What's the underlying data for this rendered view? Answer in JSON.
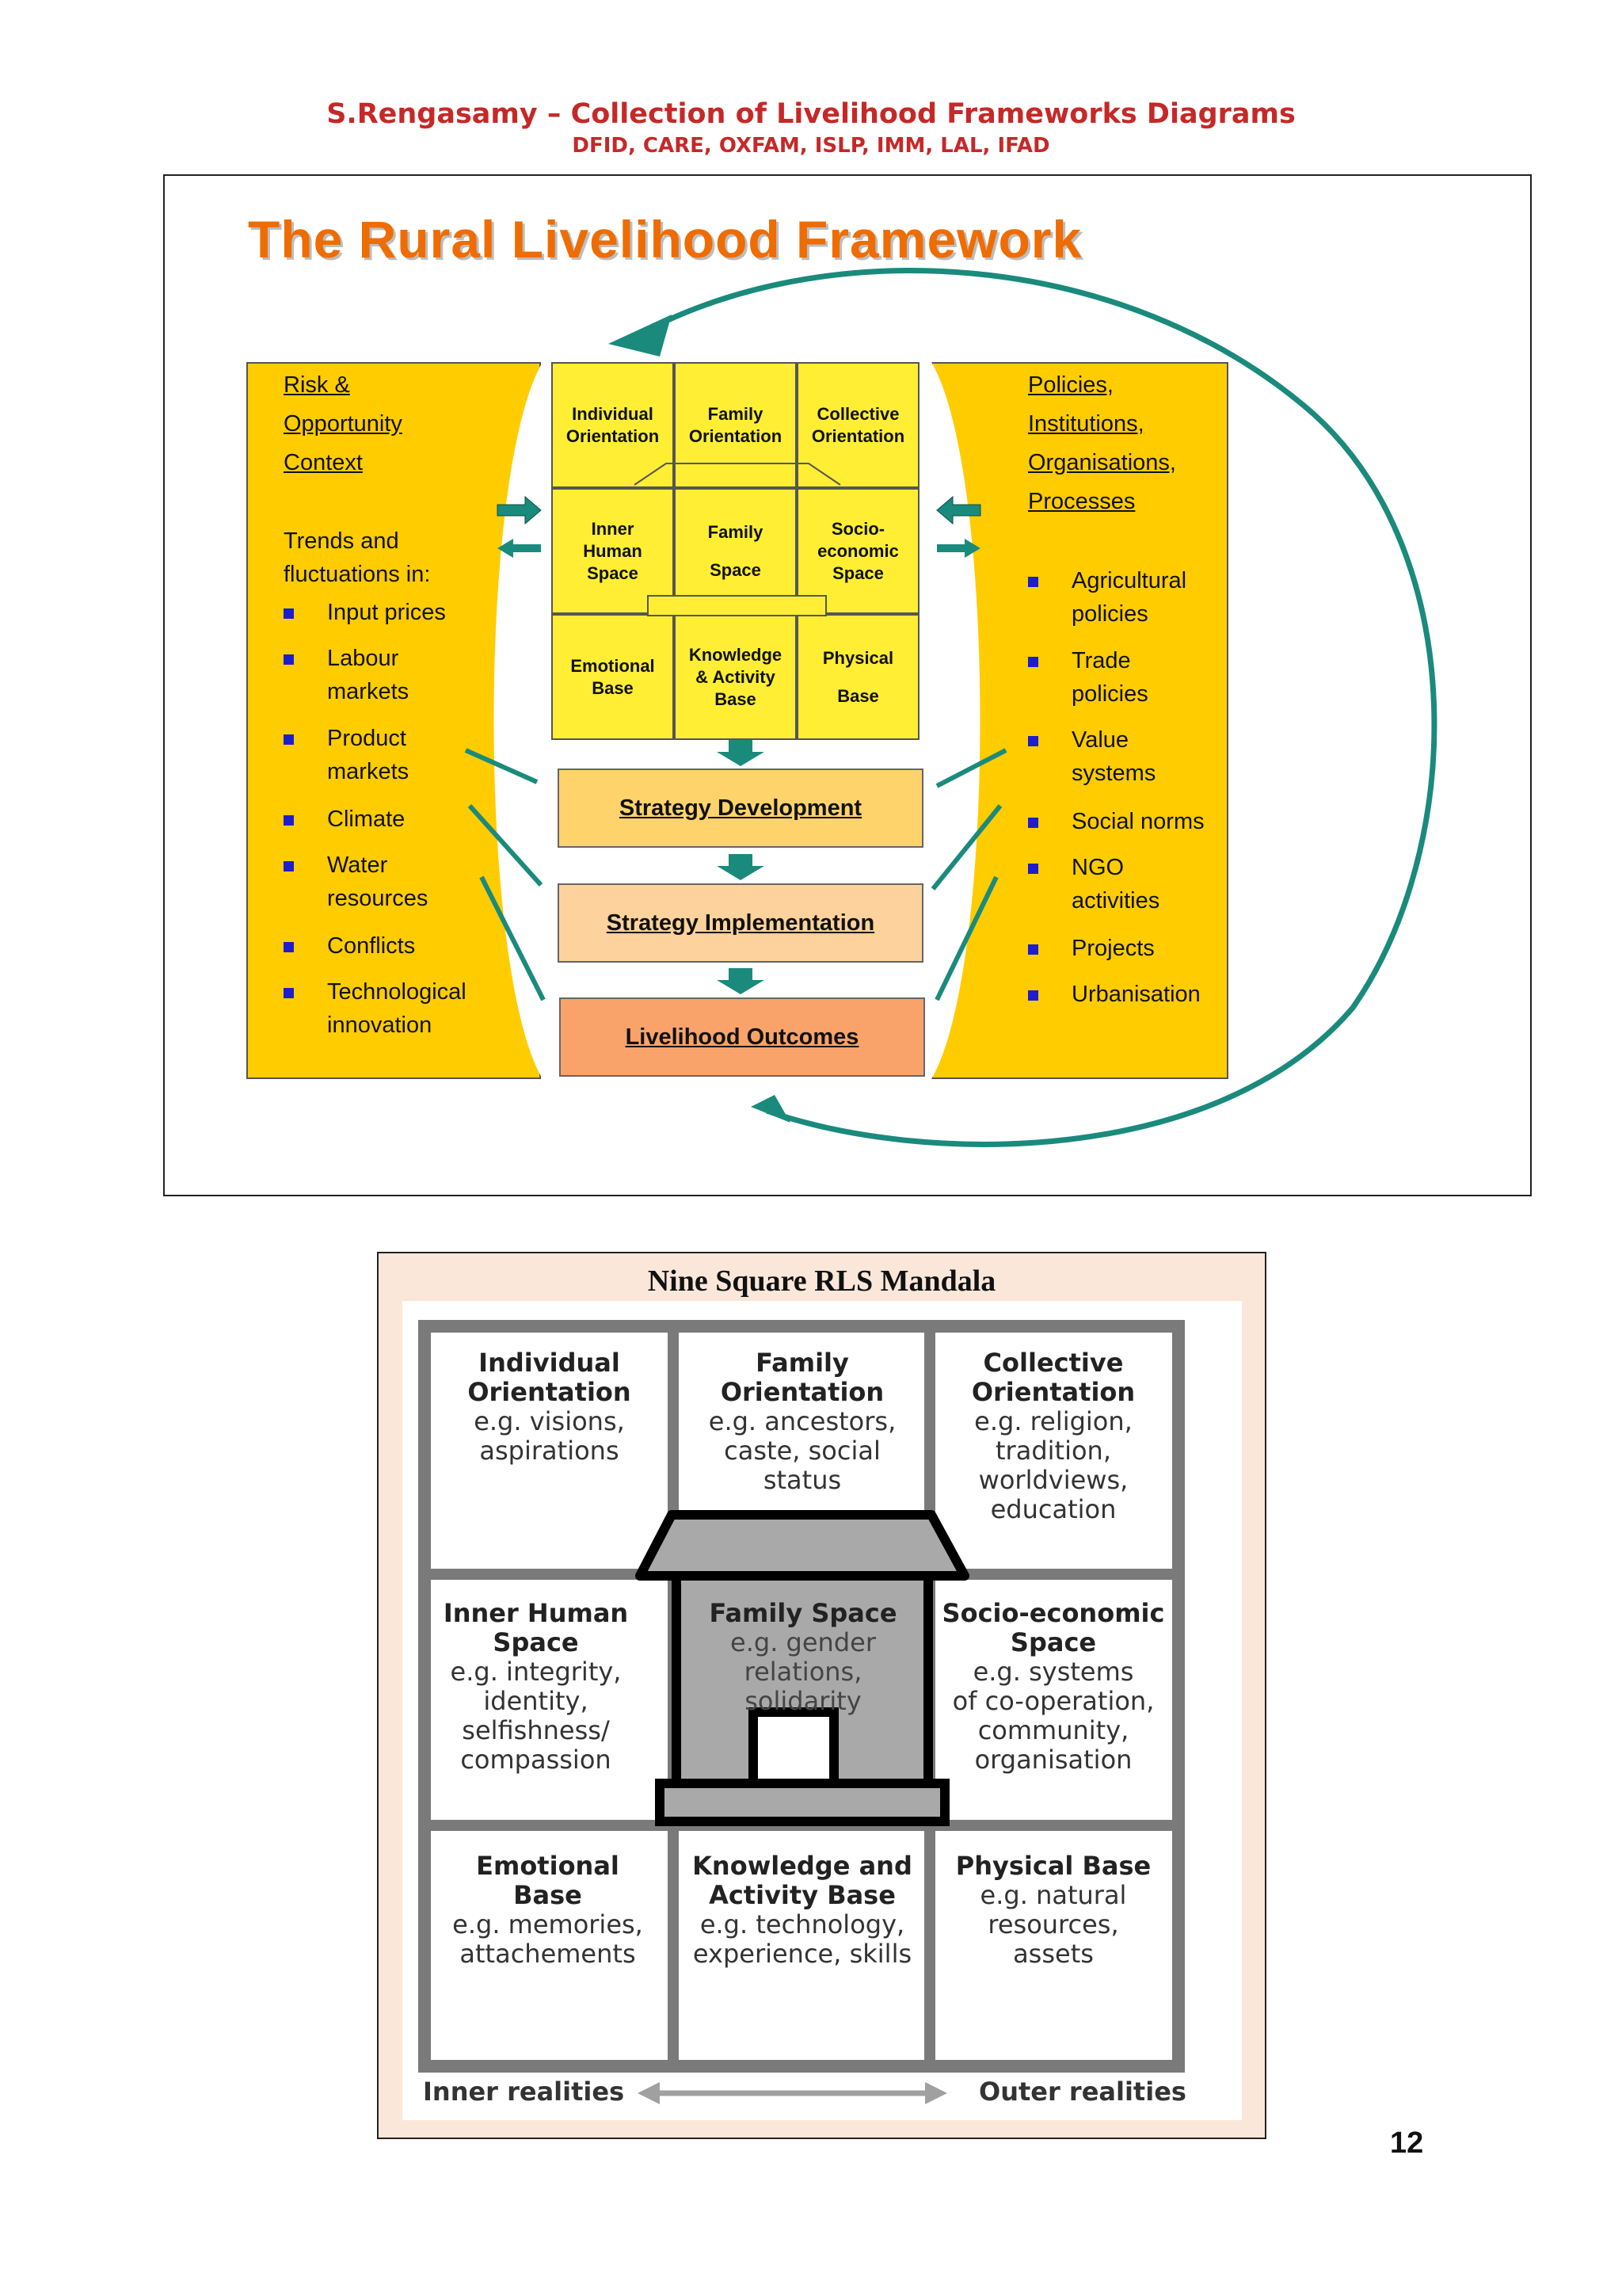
{
  "header": {
    "title": "S.Rengasamy – Collection of Livelihood Frameworks Diagrams",
    "subtitle": "DFID, CARE, OXFAM, ISLP, IMM, LAL, IFAD"
  },
  "framework": {
    "title": "The Rural Livelihood Framework",
    "left_heading": [
      "Risk &",
      "Opportunity",
      "Context"
    ],
    "left_intro": [
      "Trends and",
      "fluctuations in:"
    ],
    "left_items": [
      [
        "Input prices"
      ],
      [
        "Labour",
        "markets"
      ],
      [
        "Product",
        "markets"
      ],
      [
        "Climate"
      ],
      [
        "Water",
        "resources"
      ],
      [
        "Conflicts"
      ],
      [
        "Technological",
        "innovation"
      ]
    ],
    "right_heading": [
      "Policies,",
      "Institutions,",
      "Organisations,",
      "Processes"
    ],
    "right_items": [
      [
        "Agricultural",
        "policies"
      ],
      [
        "Trade",
        "policies"
      ],
      [
        "Value",
        "systems"
      ],
      [
        "Social norms"
      ],
      [
        "NGO",
        "activities"
      ],
      [
        "Projects"
      ],
      [
        "Urbanisation"
      ]
    ],
    "grid": [
      [
        "Individual",
        "Orientation"
      ],
      [
        "Family",
        "Orientation"
      ],
      [
        "Collective",
        "Orientation"
      ],
      [
        "Inner",
        "Human",
        "Space"
      ],
      [
        "Family",
        "",
        "Space"
      ],
      [
        "Socio-",
        "economic",
        "Space"
      ],
      [
        "Emotional",
        "Base"
      ],
      [
        "Knowledge",
        "& Activity",
        "Base"
      ],
      [
        "Physical",
        "",
        "Base"
      ]
    ],
    "stages": [
      "Strategy Development",
      "Strategy Implementation",
      "Livelihood Outcomes"
    ]
  },
  "mandala": {
    "title": "Nine Square RLS Mandala",
    "cells": [
      {
        "title": [
          "Individual",
          "Orientation"
        ],
        "desc": [
          "e.g. visions,",
          "aspirations"
        ]
      },
      {
        "title": [
          "Family",
          "Orientation"
        ],
        "desc": [
          "e.g. ancestors,",
          "caste, social",
          "status"
        ]
      },
      {
        "title": [
          "Collective",
          "Orientation"
        ],
        "desc": [
          "e.g. religion,",
          "tradition,",
          "worldviews,",
          "education"
        ]
      },
      {
        "title": [
          "Inner Human",
          "Space"
        ],
        "desc": [
          "e.g. integrity,",
          "identity,",
          "selfishness/",
          "compassion"
        ]
      },
      {
        "title": [
          "Family Space"
        ],
        "desc": [
          "e.g. gender",
          "relations,",
          "solidarity"
        ]
      },
      {
        "title": [
          "Socio-economic",
          "Space"
        ],
        "desc": [
          "e.g. systems",
          "of co-operation,",
          "community,",
          "organisation"
        ]
      },
      {
        "title": [
          "Emotional",
          "Base"
        ],
        "desc": [
          "e.g. memories,",
          "attachements"
        ]
      },
      {
        "title": [
          "Knowledge and",
          "Activity Base"
        ],
        "desc": [
          "e.g. technology,",
          "experience, skills"
        ]
      },
      {
        "title": [
          "Physical Base"
        ],
        "desc": [
          "e.g. natural",
          "resources,",
          "assets"
        ]
      }
    ],
    "inner_label": "Inner realities",
    "outer_label": "Outer realities"
  },
  "page_number": "12",
  "colors": {
    "header_red": "#c62828",
    "title_orange": "#ef6c00",
    "context_yellow": "#ffcc00",
    "grid_yellow": "#ffee33",
    "arrow_teal": "#1a8a7c",
    "stage_1": "#ffd36b",
    "stage_2": "#fdd29c",
    "stage_3": "#f9a36a",
    "mandala_bg": "#fbe7d9"
  }
}
